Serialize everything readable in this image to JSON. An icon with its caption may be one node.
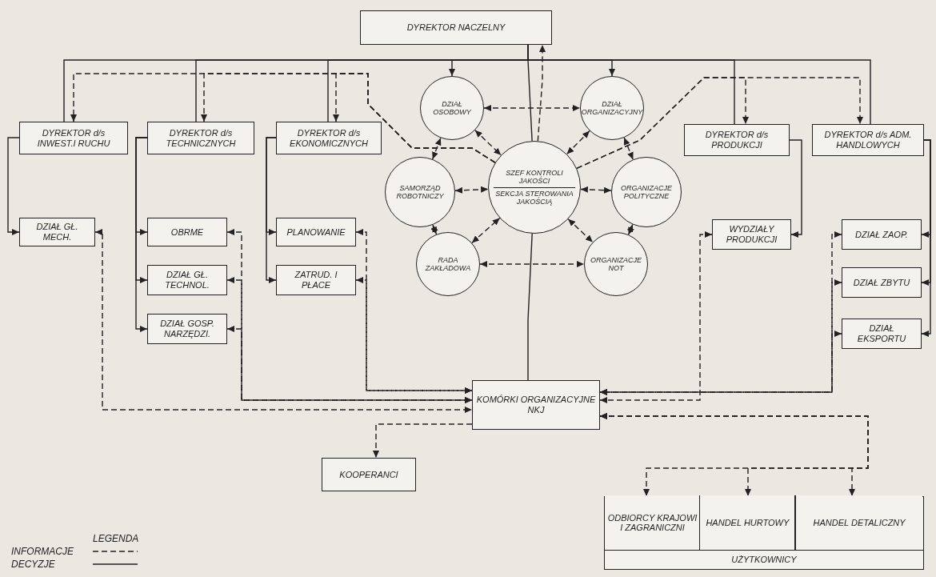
{
  "diagram": {
    "nodes": [
      {
        "text": [
          "DYREKTOR NACZELNY"
        ]
      },
      {
        "text": [
          "DYREKTOR d/s INWEST.I RUCHU"
        ]
      },
      {
        "text": [
          "DYREKTOR d/s TECHNICZNYCH"
        ]
      },
      {
        "text": [
          "DYREKTOR d/s EKONOMICZNYCH"
        ]
      },
      {
        "text": [
          "DZIAŁ OSOBOWY"
        ]
      },
      {
        "text": [
          "DZIAŁ ORGANIZACYJNY"
        ]
      },
      {
        "text": [
          "SAMORZĄD ROBOTNICZY"
        ]
      },
      {
        "text": [
          "SZEF KONTROLI JAKOŚCI",
          "SEKCJA STEROWANIA JAKOŚCIĄ"
        ]
      },
      {
        "text": [
          "ORGANIZACJE POLITYCZNE"
        ]
      },
      {
        "text": [
          "RADA ZAKŁADOWA"
        ]
      },
      {
        "text": [
          "ORGANIZACJE NOT"
        ]
      },
      {
        "text": [
          "DYREKTOR d/s PRODUKCJI"
        ]
      },
      {
        "text": [
          "DYREKTOR d/s ADM. HANDLOWYCH"
        ]
      },
      {
        "text": [
          "DZIAŁ GŁ. MECH."
        ]
      },
      {
        "text": [
          "OBRME"
        ]
      },
      {
        "text": [
          "DZIAŁ GŁ. TECHNOL."
        ]
      },
      {
        "text": [
          "DZIAŁ GOSP. NARZĘDZI."
        ]
      },
      {
        "text": [
          "PLANOWANIE"
        ]
      },
      {
        "text": [
          "ZATRUD. I PŁACE"
        ]
      },
      {
        "text": [
          "WYDZIAŁY PRODUKCJI"
        ]
      },
      {
        "text": [
          "DZIAŁ ZAOP."
        ]
      },
      {
        "text": [
          "DZIAŁ ZBYTU"
        ]
      },
      {
        "text": [
          "DZIAŁ EKSPORTU"
        ]
      },
      {
        "text": [
          "KOMÓRKI ORGANIZACYJNE NKJ"
        ]
      },
      {
        "text": [
          "KOOPERANCI"
        ]
      },
      {
        "text": [
          "UŻYTKOWNICY"
        ]
      },
      {
        "text": [
          "ODBIORCY KRAJOWI I ZAGRANICZNI"
        ],
        "in": 25
      },
      {
        "text": [
          "HANDEL HURTOWY"
        ],
        "in": 25
      },
      {
        "text": [
          "HANDEL DETALICZNY"
        ],
        "in": 25
      }
    ],
    "edges": [
      {
        "from": 0,
        "to": 1,
        "arrow": "none"
      },
      {
        "from": 0,
        "to": 2,
        "arrow": "none"
      },
      {
        "from": 0,
        "to": 3,
        "arrow": "none"
      },
      {
        "from": 0,
        "to": 4,
        "arrow": "to"
      },
      {
        "from": 0,
        "to": 5,
        "arrow": "to"
      },
      {
        "from": 0,
        "to": 11,
        "arrow": "none"
      },
      {
        "from": 0,
        "to": 12,
        "arrow": "none"
      },
      {
        "from": 0,
        "to": 7,
        "arrow": "none"
      },
      {
        "from": 7,
        "to": 0,
        "arrow": "to",
        "style": "dashed"
      },
      {
        "from": 7,
        "to": 1,
        "arrow": "to",
        "style": "dashed"
      },
      {
        "from": 7,
        "to": 2,
        "arrow": "to",
        "style": "dashed"
      },
      {
        "from": 7,
        "to": 3,
        "arrow": "to",
        "style": "dashed"
      },
      {
        "from": 7,
        "to": 11,
        "arrow": "to",
        "style": "dashed"
      },
      {
        "from": 7,
        "to": 12,
        "arrow": "to",
        "style": "dashed"
      },
      {
        "from": 4,
        "to": 5,
        "arrow": "both",
        "style": "dashed"
      },
      {
        "from": 4,
        "to": 7,
        "arrow": "both",
        "style": "dashed"
      },
      {
        "from": 5,
        "to": 7,
        "arrow": "both",
        "style": "dashed"
      },
      {
        "from": 6,
        "to": 7,
        "arrow": "both",
        "style": "dashed"
      },
      {
        "from": 7,
        "to": 8,
        "arrow": "both",
        "style": "dashed"
      },
      {
        "from": 9,
        "to": 7,
        "arrow": "both",
        "style": "dashed"
      },
      {
        "from": 7,
        "to": 10,
        "arrow": "both",
        "style": "dashed"
      },
      {
        "from": 4,
        "to": 6,
        "arrow": "both",
        "style": "dashed"
      },
      {
        "from": 5,
        "to": 8,
        "arrow": "both",
        "style": "dashed"
      },
      {
        "from": 6,
        "to": 9,
        "arrow": "both",
        "style": "dashed"
      },
      {
        "from": 8,
        "to": 10,
        "arrow": "both",
        "style": "dashed"
      },
      {
        "from": 9,
        "to": 10,
        "arrow": "both",
        "style": "dashed"
      },
      {
        "from": 7,
        "to": 23,
        "arrow": "none"
      },
      {
        "from": 1,
        "to": 13,
        "arrow": "to"
      },
      {
        "from": 2,
        "to": 14,
        "arrow": "to"
      },
      {
        "from": 2,
        "to": 15,
        "arrow": "to"
      },
      {
        "from": 2,
        "to": 16,
        "arrow": "to"
      },
      {
        "from": 3,
        "to": 17,
        "arrow": "to"
      },
      {
        "from": 3,
        "to": 18,
        "arrow": "to"
      },
      {
        "from": 11,
        "to": 19,
        "arrow": "to"
      },
      {
        "from": 12,
        "to": 20,
        "arrow": "to"
      },
      {
        "from": 12,
        "to": 21,
        "arrow": "to"
      },
      {
        "from": 12,
        "to": 22,
        "arrow": "to"
      },
      {
        "from": 13,
        "to": 23,
        "arrow": "both",
        "style": "dashed"
      },
      {
        "from": 14,
        "to": 23,
        "arrow": "both",
        "style": "dashed"
      },
      {
        "from": 15,
        "to": 23,
        "arrow": "both",
        "style": "dashed"
      },
      {
        "from": 16,
        "to": 23,
        "arrow": "both",
        "style": "dashed"
      },
      {
        "from": 17,
        "to": 23,
        "arrow": "both",
        "style": "dashed"
      },
      {
        "from": 18,
        "to": 23,
        "arrow": "both",
        "style": "dashed"
      },
      {
        "from": 19,
        "to": 23,
        "arrow": "both",
        "style": "dashed"
      },
      {
        "from": 20,
        "to": 23,
        "arrow": "both",
        "style": "dashed"
      },
      {
        "from": 21,
        "to": 23,
        "arrow": "both",
        "style": "dashed"
      },
      {
        "from": 22,
        "to": 23,
        "arrow": "both",
        "style": "dashed"
      },
      {
        "from": 23,
        "to": 24,
        "arrow": "to",
        "style": "dashed"
      },
      {
        "from": 23,
        "to": 26,
        "arrow": "both",
        "style": "dashed"
      },
      {
        "from": 23,
        "to": 27,
        "arrow": "both",
        "style": "dashed"
      },
      {
        "from": 23,
        "to": 28,
        "arrow": "both",
        "style": "dashed"
      }
    ],
    "labels": [
      "LEGENDA"
    ],
    "legend": [
      {
        "text": "INFORMACJE"
      },
      {
        "text": "DECYZJE"
      }
    ]
  }
}
